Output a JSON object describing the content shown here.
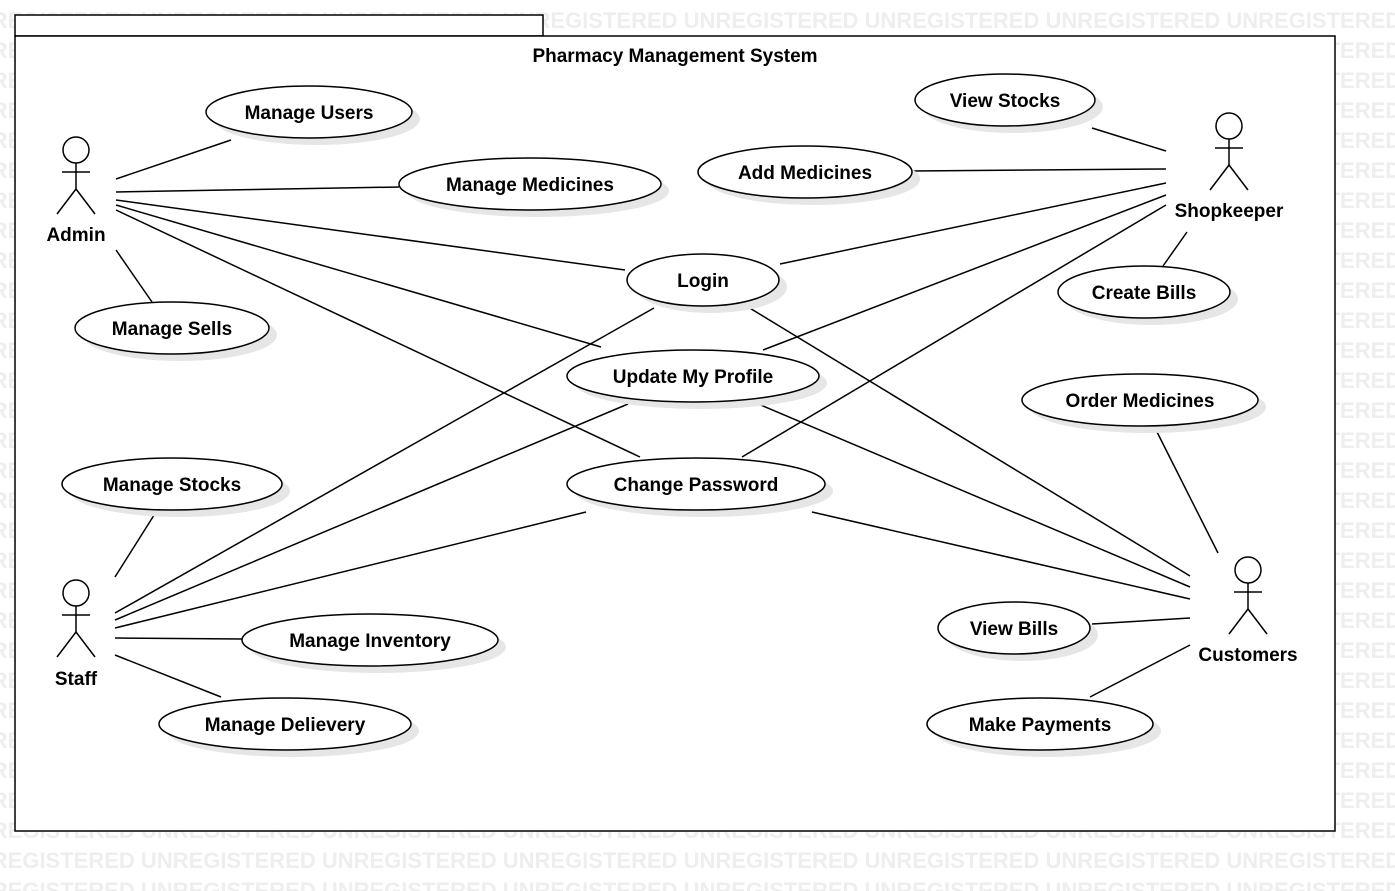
{
  "watermark": {
    "text": "UNREGISTERED"
  },
  "system": {
    "title": "Pharmacy Management System"
  },
  "actors": {
    "admin": "Admin",
    "staff": "Staff",
    "shopkeeper": "Shopkeeper",
    "customers": "Customers"
  },
  "use_cases": {
    "manage_users": "Manage Users",
    "manage_medicines": "Manage Medicines",
    "manage_sells": "Manage Sells",
    "view_stocks": "View Stocks",
    "add_medicines": "Add Medicines",
    "create_bills": "Create Bills",
    "login": "Login",
    "update_my_profile": "Update My Profile",
    "change_password": "Change Password",
    "order_medicines": "Order Medicines",
    "manage_stocks": "Manage Stocks",
    "manage_inventory": "Manage Inventory",
    "manage_delievery": "Manage Delievery",
    "view_bills": "View Bills",
    "make_payments": "Make Payments"
  },
  "associations": [
    [
      "admin",
      "manage_users"
    ],
    [
      "admin",
      "manage_medicines"
    ],
    [
      "admin",
      "manage_sells"
    ],
    [
      "admin",
      "login"
    ],
    [
      "admin",
      "update_my_profile"
    ],
    [
      "admin",
      "change_password"
    ],
    [
      "staff",
      "manage_stocks"
    ],
    [
      "staff",
      "manage_inventory"
    ],
    [
      "staff",
      "manage_delievery"
    ],
    [
      "staff",
      "login"
    ],
    [
      "staff",
      "update_my_profile"
    ],
    [
      "staff",
      "change_password"
    ],
    [
      "shopkeeper",
      "view_stocks"
    ],
    [
      "shopkeeper",
      "add_medicines"
    ],
    [
      "shopkeeper",
      "create_bills"
    ],
    [
      "shopkeeper",
      "login"
    ],
    [
      "shopkeeper",
      "update_my_profile"
    ],
    [
      "shopkeeper",
      "change_password"
    ],
    [
      "customers",
      "order_medicines"
    ],
    [
      "customers",
      "view_bills"
    ],
    [
      "customers",
      "make_payments"
    ],
    [
      "customers",
      "login"
    ],
    [
      "customers",
      "update_my_profile"
    ],
    [
      "customers",
      "change_password"
    ]
  ]
}
